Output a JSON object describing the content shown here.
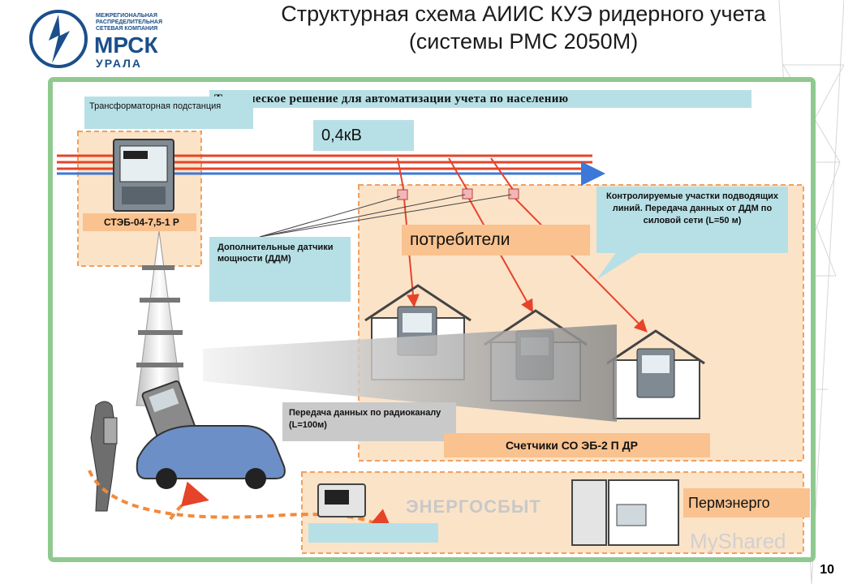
{
  "header": {
    "title_line1": "Структурная схема АИИС КУЭ ридерного учета",
    "title_line2": "(системы РМС 2050М)"
  },
  "logo": {
    "line1": "МЕЖРЕГИОНАЛЬНАЯ",
    "line2": "РАСПРЕДЕЛИТЕЛЬНАЯ",
    "line3": "СЕТЕВАЯ КОМПАНИЯ",
    "name": "МРСК",
    "region": "УРАЛА"
  },
  "diagram": {
    "subtitle": "Техническое решение для автоматизации учета по населению",
    "substation_label": "Трансформаторная подстанция",
    "voltage_label": "0,4кВ",
    "meter_model": "СТЭБ-04-7,5-1  Р",
    "sensors_label": "Дополнительные датчики мощности (ДДМ)",
    "consumers_label": "потребители",
    "callout_text": "Контролируемые участки подводящих линий. Передача данных от ДДМ по силовой сети (L=50 м)",
    "radio_label": "Передача данных по радиоканалу (L=100м)",
    "meters_label": "Счетчики СО ЭБ-2 П ДР",
    "energosbyt_label": "ЭНЕРГОСБЫТ",
    "permenergo_label": "Пермэнерго"
  },
  "watermark": "MyShared",
  "page_number": "10",
  "colors": {
    "frame_green": "#8fc98f",
    "zone_orange": "#fbe3c8",
    "line_red": "#e6442a",
    "line_blue": "#3c78d8",
    "box_cyan": "#b7e0e6",
    "box_orange": "#f9c28f",
    "logo_blue": "#1a4f8a"
  }
}
